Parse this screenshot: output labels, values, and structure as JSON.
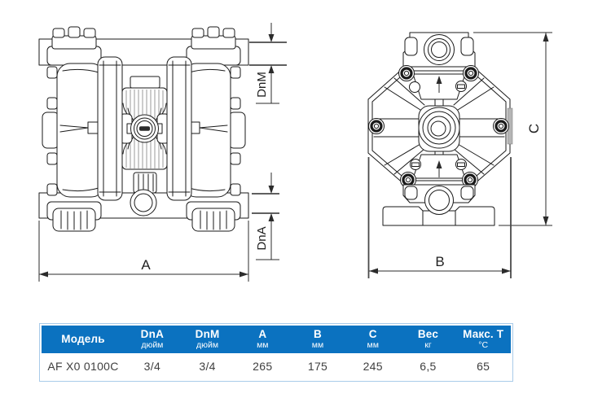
{
  "diagram": {
    "dimensions": {
      "a": "A",
      "b": "B",
      "c": "C",
      "dnm": "DnM",
      "dna": "DnA"
    }
  },
  "table": {
    "columns": [
      {
        "label": "Модель",
        "unit": "",
        "value": "AF X0 0100C"
      },
      {
        "label": "DnA",
        "unit": "дюйм",
        "value": "3/4"
      },
      {
        "label": "DnM",
        "unit": "дюйм",
        "value": "3/4"
      },
      {
        "label": "A",
        "unit": "мм",
        "value": "265"
      },
      {
        "label": "B",
        "unit": "мм",
        "value": "175"
      },
      {
        "label": "C",
        "unit": "мм",
        "value": "245"
      },
      {
        "label": "Вес",
        "unit": "кг",
        "value": "6,5"
      },
      {
        "label": "Макс. Т",
        "unit": "°C",
        "value": "65"
      }
    ]
  },
  "colors": {
    "header_bg": "#0b72c0",
    "header_text": "#ffffff",
    "table_border": "#a9cbe9",
    "row_text": "#3f3f3f",
    "line": "#1a1a1a"
  }
}
